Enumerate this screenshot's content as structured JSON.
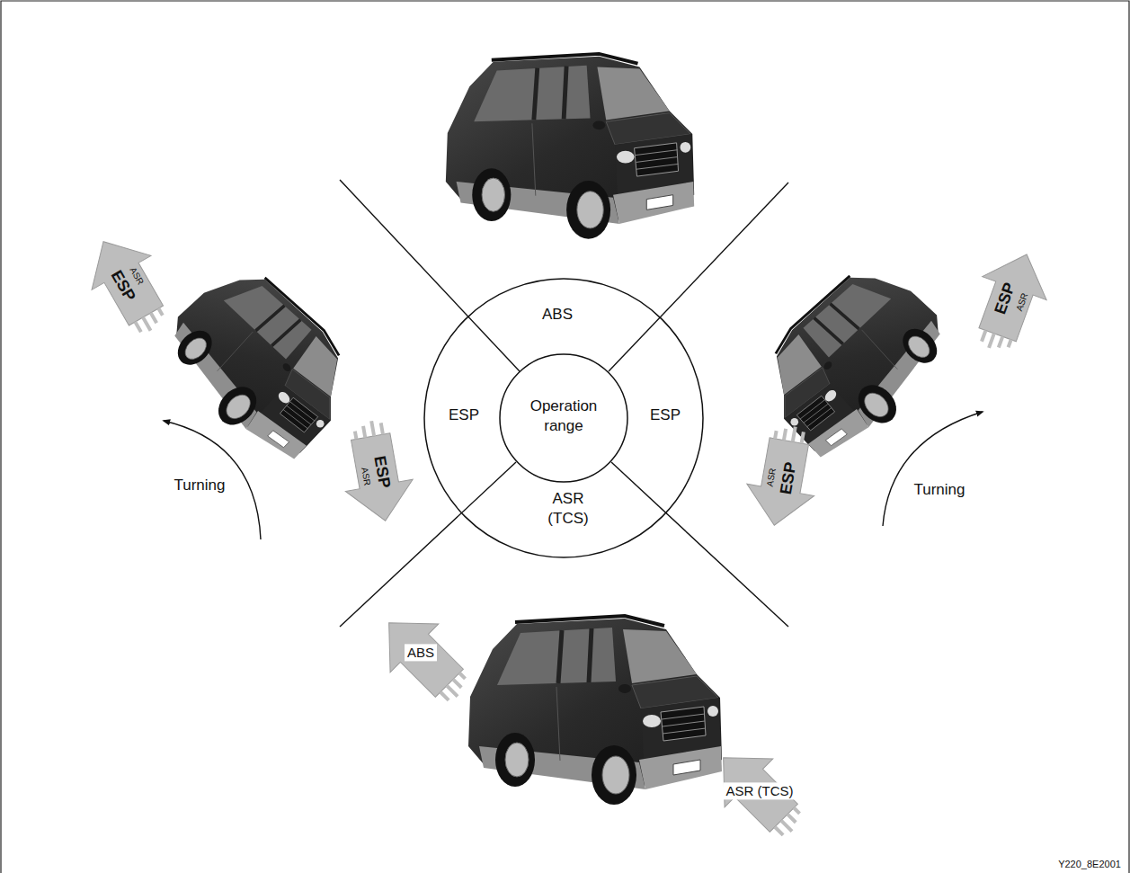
{
  "diagram": {
    "nodes": [
      {
        "text": [
          "ABS",
          "ESP",
          "ESP",
          "ASR (TCS)"
        ]
      },
      {
        "text": [
          "Operation range"
        ],
        "in": 0
      }
    ],
    "labels": [
      "ESP",
      "ASR",
      "ESP",
      "ASR",
      "ESP",
      "ASR",
      "ESP",
      "ASR",
      "Turning",
      "Turning",
      "ABS",
      "ASR (TCS)",
      "Y220_8E2001"
    ]
  }
}
